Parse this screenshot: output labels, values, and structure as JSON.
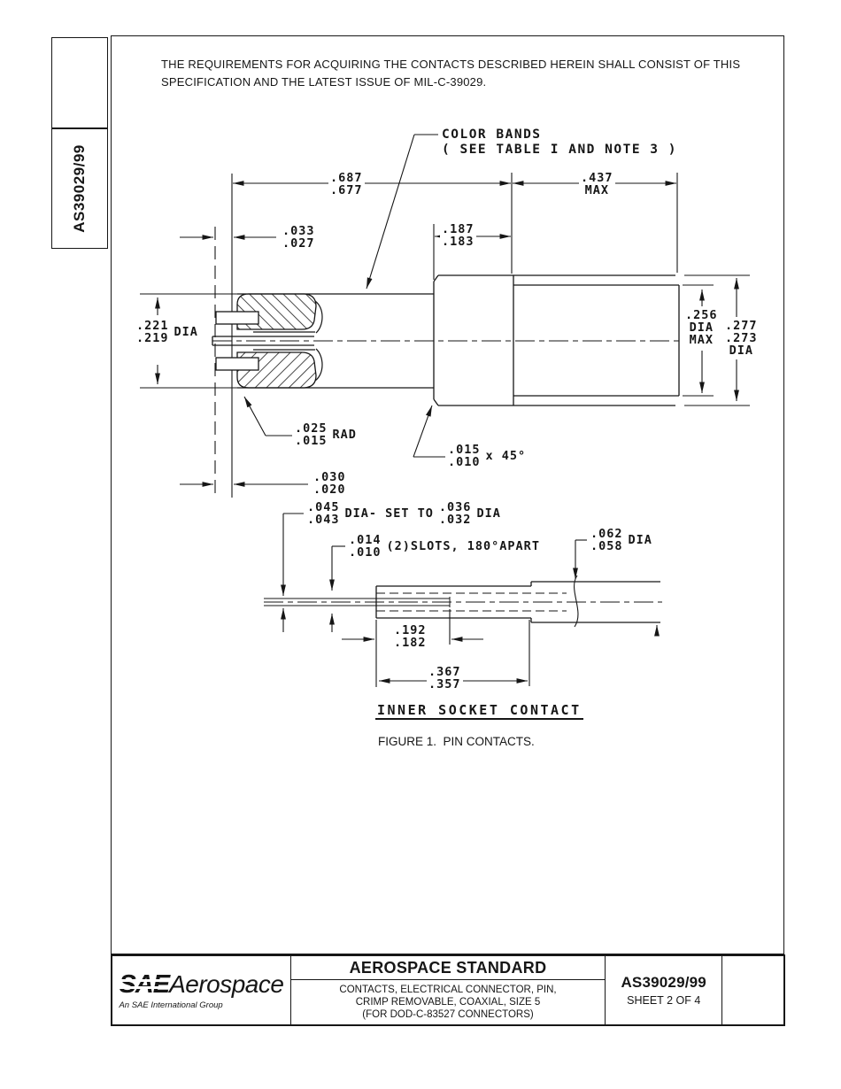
{
  "page": {
    "side_label": "AS39029/99",
    "notice": [
      "THE REQUIREMENTS FOR ACQUIRING THE CONTACTS DESCRIBED HEREIN SHALL CONSIST OF THIS",
      "SPECIFICATION AND THE LATEST ISSUE OF MIL-C-39029."
    ]
  },
  "figure": {
    "note_color_bands": [
      "COLOR BANDS",
      "( SEE TABLE I AND NOTE 3 )"
    ],
    "inner_socket_label": "INNER SOCKET CONTACT",
    "caption": "FIGURE 1.  PIN CONTACTS.",
    "dims": {
      "overall_length": {
        "vals": [
          ".687",
          ".677"
        ]
      },
      "rear_length": {
        "vals": [
          ".437",
          "MAX"
        ]
      },
      "shoulder_width": {
        "vals": [
          ".033",
          ".027"
        ]
      },
      "band_zone": {
        "vals": [
          ".187",
          ".183"
        ]
      },
      "front_dia": {
        "vals": [
          ".221",
          ".219"
        ],
        "suffix": "DIA"
      },
      "rear_dia_max": {
        "vals": [
          ".256",
          "DIA",
          "MAX"
        ]
      },
      "body_dia": {
        "vals": [
          ".277",
          ".273",
          "DIA"
        ]
      },
      "radius": {
        "vals": [
          ".025",
          ".015"
        ],
        "suffix": "RAD"
      },
      "chamfer": {
        "vals": [
          ".015",
          ".010"
        ],
        "suffix": "x 45°"
      },
      "recess": {
        "vals": [
          ".030",
          ".020"
        ]
      },
      "set_dia": {
        "vals": [
          ".045",
          ".043"
        ],
        "suffix": "DIA- SET TO",
        "vals2": [
          ".036",
          ".032"
        ],
        "suffix2": "DIA"
      },
      "slots": {
        "vals": [
          ".014",
          ".010"
        ],
        "suffix": "(2)SLOTS, 180°APART"
      },
      "tube_dia": {
        "vals": [
          ".062",
          ".058"
        ],
        "suffix": "DIA"
      },
      "socket_depth": {
        "vals": [
          ".192",
          ".182"
        ]
      },
      "socket_length": {
        "vals": [
          ".367",
          ".357"
        ]
      }
    }
  },
  "title_block": {
    "logo_sae": "SAE",
    "logo_aerospace": "Aerospace",
    "logo_tagline": "An SAE International Group",
    "doc_type": "AEROSPACE STANDARD",
    "subtitle": [
      "CONTACTS, ELECTRICAL CONNECTOR, PIN,",
      "CRIMP REMOVABLE, COAXIAL, SIZE 5",
      "(FOR DOD-C-83527 CONNECTORS)"
    ],
    "doc_number": "AS39029/99",
    "sheet": "SHEET 2 OF 4"
  }
}
